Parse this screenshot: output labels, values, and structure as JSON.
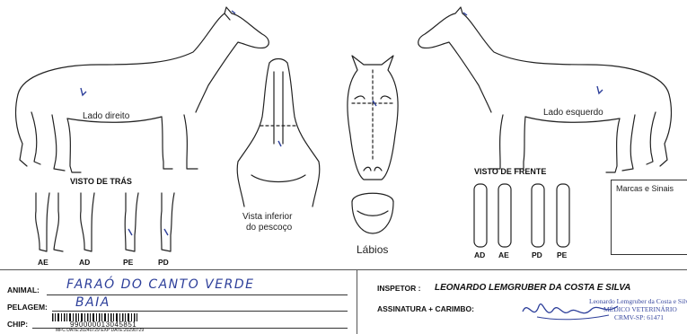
{
  "diagram": {
    "right_side_label": "Lado direito",
    "left_side_label": "Lado esquerdo",
    "rear_view_label": "VISTO DE TRÁS",
    "front_view_label": "VISTO DE FRENTE",
    "neck_view_label_line1": "Vista inferior",
    "neck_view_label_line2": "do pescoço",
    "lips_label": "Lábios",
    "marks_box_label": "Marcas e Sinais",
    "rear_legs": [
      "AE",
      "AD",
      "PE",
      "PD"
    ],
    "front_legs": [
      "AD",
      "AE",
      "PD",
      "PE"
    ]
  },
  "form": {
    "animal_label": "ANIMAL:",
    "animal_value": "FARAÓ DO CANTO VERDE",
    "coat_label": "PELAGEM:",
    "coat_value": "BAIA",
    "chip_label": "CHIP:",
    "chip_number": "990000013045851",
    "chip_info": "MFC DATE:20240729 EXP DATE:20290729",
    "inspector_label": "INSPETOR :",
    "inspector_name": "LEONARDO LEMGRUBER DA COSTA E SILVA",
    "signature_label": "ASSINATURA + CARIMBO:",
    "stamp_line1": "Leonardo Lemgruber da Costa e Silva",
    "stamp_line2": "MÉDICO VETERINÁRIO",
    "stamp_line3": "CRMV-SP: 61471"
  },
  "colors": {
    "ink": "#222222",
    "pen": "#2d3f9a"
  }
}
